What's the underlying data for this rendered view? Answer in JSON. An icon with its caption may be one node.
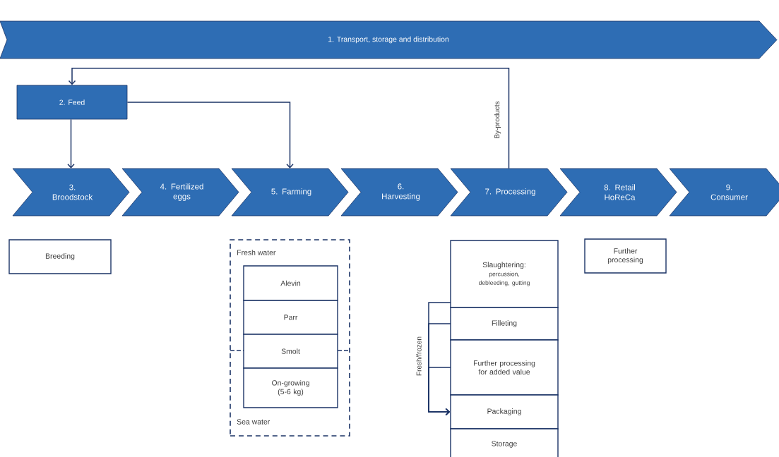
{
  "diagram": {
    "nodes": [
      {
        "text": [
          "1. Transport, storage and distribution"
        ]
      },
      {
        "text": [
          "2. Feed"
        ]
      },
      {
        "text": [
          "3. Broodstock"
        ]
      },
      {
        "text": [
          "4. Fertilized eggs"
        ]
      },
      {
        "text": [
          "5. Farming"
        ]
      },
      {
        "text": [
          "6. Harvesting"
        ]
      },
      {
        "text": [
          "7. Processing"
        ]
      },
      {
        "text": [
          "8. Retail HoReCa"
        ]
      },
      {
        "text": [
          "9. Consumer"
        ]
      },
      {
        "text": [
          "Breeding"
        ]
      },
      {
        "text": [
          "Fresh water",
          "Sea water"
        ]
      },
      {
        "text": [
          "Alevin"
        ],
        "in": 10
      },
      {
        "text": [
          "Parr"
        ],
        "in": 10
      },
      {
        "text": [
          "Smolt"
        ],
        "in": 10
      },
      {
        "text": [
          "On-growing (5-6 kg)"
        ],
        "in": 10
      },
      {
        "text": [
          "Slaughtering:",
          "percussion, debleeding, gutting"
        ]
      },
      {
        "text": [
          "Filleting"
        ]
      },
      {
        "text": [
          "Further processing for added value"
        ]
      },
      {
        "text": [
          "Packaging"
        ]
      },
      {
        "text": [
          "Storage"
        ]
      },
      {
        "text": [
          "Further processing"
        ]
      }
    ],
    "edges": [
      {
        "from": 1,
        "to": 2,
        "arrow": "to"
      },
      {
        "from": 1,
        "to": 4,
        "arrow": "to"
      },
      {
        "from": 6,
        "to": 1,
        "arrow": "to",
        "label": "By-products"
      },
      {
        "from": 15,
        "to": 18,
        "arrow": "to",
        "label": "Fresh/frozen"
      },
      {
        "from": 16,
        "to": 18,
        "arrow": "to"
      },
      {
        "from": 17,
        "to": 18,
        "arrow": "to"
      }
    ]
  }
}
